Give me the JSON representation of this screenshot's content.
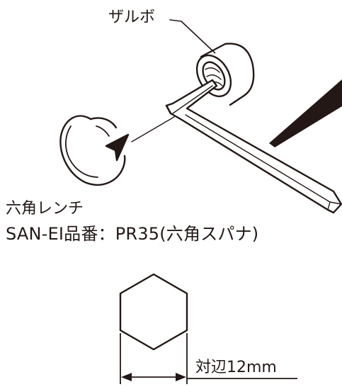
{
  "labels": {
    "zarubo": "ザルボ",
    "tool_name": "六角レンチ",
    "part_number": "SAN-EI品番：PR35(六角スパナ)",
    "hex_dimension": "対辺12mm"
  },
  "colors": {
    "line": "#231815",
    "background": "#ffffff"
  }
}
